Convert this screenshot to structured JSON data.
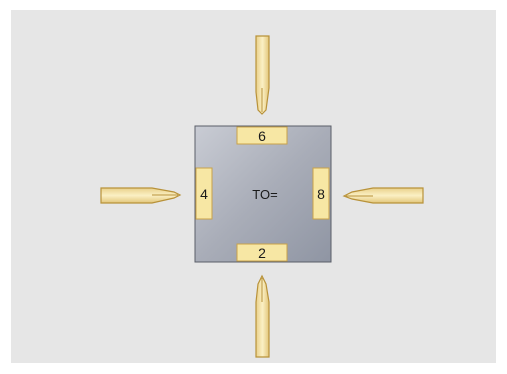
{
  "diagram": {
    "center_label": "TO=",
    "positions": {
      "top": "6",
      "left": "4",
      "right": "8",
      "bottom": "2"
    }
  },
  "colors": {
    "panel_background": "#e6e6e6",
    "turret_block": "#a6aab4",
    "label_pad": "#f7e7a4",
    "tool_fill": "#f4e3a4",
    "tool_stroke": "#c8a24a"
  }
}
